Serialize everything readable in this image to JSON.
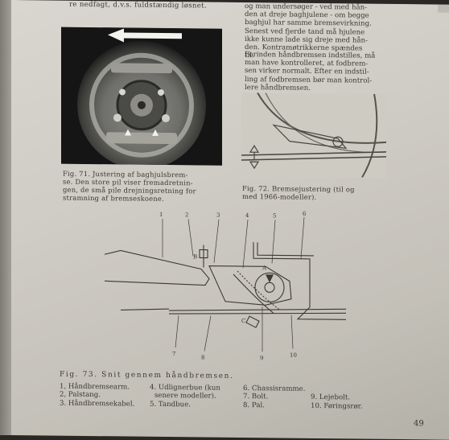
{
  "page": {
    "top_left_line": "re nedfagt, d.v.s. fuldstændig løsnet.",
    "top_right_lines": [
      "og man undersøger - ved med hån-",
      "den at dreje baghjulene - om begge",
      "baghjul har samme bremsevirkning.",
      "Senest ved fjerde tand må hjulene",
      "ikke kunne lade sig dreje med hån-",
      "den. Kontramøtrikkerne spændes",
      "til."
    ],
    "mid_right_lines": [
      "Forinden håndbremsen indstilles, må",
      "man have kontrolleret, at fodbrem-",
      "sen virker normalt. Efter en indstil-",
      "ling af fodbremsen bør man kontrol-",
      "lere håndbremsen."
    ],
    "fig71_caption_lines": [
      "Fig. 71. Justering af baghjulsbrem-",
      "se. Den store pil viser fremadretnin-",
      "gen, de små pile drejningsretning for",
      "stramning af bremseskoene."
    ],
    "fig72_caption_lines": [
      "Fig. 72. Bremsejustering (til og",
      "med 1966-modeller)."
    ],
    "fig73": {
      "caption": "Fig. 73. Snit gennem håndbremsen.",
      "top_labels": [
        "1",
        "2",
        "3",
        "4",
        "5",
        "6"
      ],
      "bottom_labels": [
        "7",
        "8",
        "9",
        "10"
      ],
      "letter_labels": [
        "B",
        "A",
        "C"
      ]
    },
    "legend_rows": [
      [
        "1, Håndbremsearm.",
        "4. Udlignerbue (kun",
        "6. Chassisramme.",
        ""
      ],
      [
        "2, Palstang.",
        "senere modeller).",
        "7. Bolt.",
        "9. Lejebolt."
      ],
      [
        "3. Håndbremsekabel.",
        "5. Tandbue.",
        "8. Pal.",
        "10. Føringsrør."
      ]
    ],
    "page_number": "49"
  }
}
